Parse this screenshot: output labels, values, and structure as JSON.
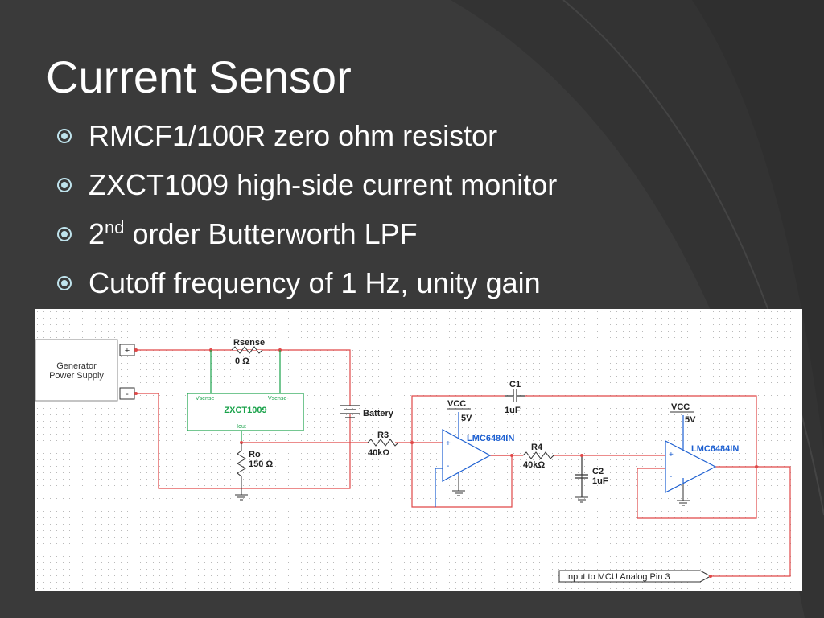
{
  "slide": {
    "title": "Current Sensor",
    "bullets": [
      {
        "text": "RMCF1/100R zero ohm resistor"
      },
      {
        "text": "ZXCT1009 high-side current monitor"
      },
      {
        "prefix": "2",
        "sup": "nd",
        "rest": " order Butterworth LPF"
      },
      {
        "text": "Cutoff frequency of 1 Hz, unity gain"
      }
    ]
  },
  "schematic": {
    "generator": {
      "line1": "Generator",
      "line2": "Power Supply",
      "plus": "+",
      "minus": "-"
    },
    "rsense": {
      "name": "Rsense",
      "value": "0 Ω"
    },
    "monitor": {
      "name": "ZXCT1009",
      "vsense_plus": "Vsense+",
      "vsense_minus": "Vsense-",
      "iout": "Iout"
    },
    "ro": {
      "name": "Ro",
      "value": "150 Ω"
    },
    "battery": "Battery",
    "r3": {
      "name": "R3",
      "value": "40kΩ"
    },
    "r4": {
      "name": "R4",
      "value": "40kΩ"
    },
    "c1": {
      "name": "C1",
      "value": "1uF"
    },
    "c2": {
      "name": "C2",
      "value": "1uF"
    },
    "opamp1": {
      "name": "LMC6484IN",
      "vcc": "VCC",
      "vcc_value": "5V"
    },
    "opamp2": {
      "name": "LMC6484IN",
      "vcc": "VCC",
      "vcc_value": "5V"
    },
    "output_port": "Input to MCU Analog Pin 3"
  },
  "colors": {
    "background": "#3a3a3a",
    "wire": "#e04848",
    "component": "#19a24a",
    "label": "#1c5fd1",
    "text": "#ffffff"
  }
}
